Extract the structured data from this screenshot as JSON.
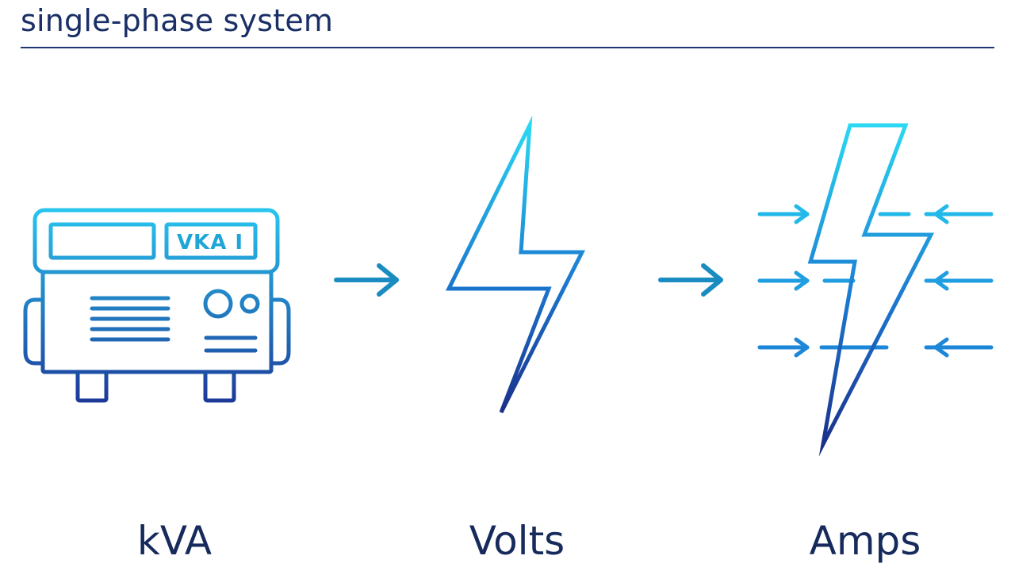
{
  "header": {
    "title": "single-phase system"
  },
  "diagram": {
    "nodes": [
      {
        "id": "kva",
        "label": "kVA",
        "icon": "generator-icon",
        "panel_text": "VKA I"
      },
      {
        "id": "volts",
        "label": "Volts",
        "icon": "lightning-bolt-icon"
      },
      {
        "id": "amps",
        "label": "Amps",
        "icon": "lightning-bolt-current-icon"
      }
    ],
    "edges": [
      {
        "from": "kva",
        "to": "volts"
      },
      {
        "from": "volts",
        "to": "amps"
      }
    ]
  },
  "colors": {
    "title": "#1a2f66",
    "rule": "#1f3673",
    "gradient_light": "#25d4f0",
    "gradient_dark": "#1a2f8c",
    "label": "#172a5c"
  }
}
